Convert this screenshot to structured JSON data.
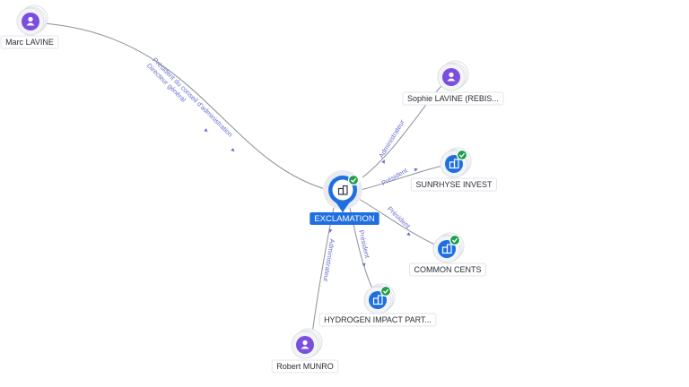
{
  "colors": {
    "person": "#7a4fe0",
    "company": "#1f6fe0",
    "check": "#1e9e4a",
    "edge": "#8a8f9a",
    "edge_label": "#6a6fd0"
  },
  "center": {
    "label": "EXCLAMATION",
    "icon": "building-icon"
  },
  "nodes": [
    {
      "id": "marc",
      "label": "Marc LAVINE",
      "kind": "person",
      "icon": "person-icon",
      "verified": false
    },
    {
      "id": "sophie",
      "label": "Sophie LAVINE (REBIS...",
      "kind": "person",
      "icon": "person-icon",
      "verified": false
    },
    {
      "id": "sunrhyse",
      "label": "SUNRHYSE INVEST",
      "kind": "company",
      "icon": "building-icon",
      "verified": true
    },
    {
      "id": "common",
      "label": "COMMON CENTS",
      "kind": "company",
      "icon": "building-icon",
      "verified": true
    },
    {
      "id": "hydrogen",
      "label": "HYDROGEN IMPACT PART...",
      "kind": "company",
      "icon": "building-icon",
      "verified": true
    },
    {
      "id": "robert",
      "label": "Robert MUNRO",
      "kind": "person",
      "icon": "person-icon",
      "verified": false
    }
  ],
  "edges": [
    {
      "to": "marc",
      "labels": [
        "Président du conseil d'administration",
        "Directeur général"
      ]
    },
    {
      "to": "sophie",
      "labels": [
        "Administrateur"
      ]
    },
    {
      "to": "sunrhyse",
      "labels": [
        "Président"
      ]
    },
    {
      "to": "common",
      "labels": [
        "Président"
      ]
    },
    {
      "to": "hydrogen",
      "labels": [
        "Président"
      ]
    },
    {
      "to": "robert",
      "labels": [
        "Administrateur"
      ]
    }
  ]
}
